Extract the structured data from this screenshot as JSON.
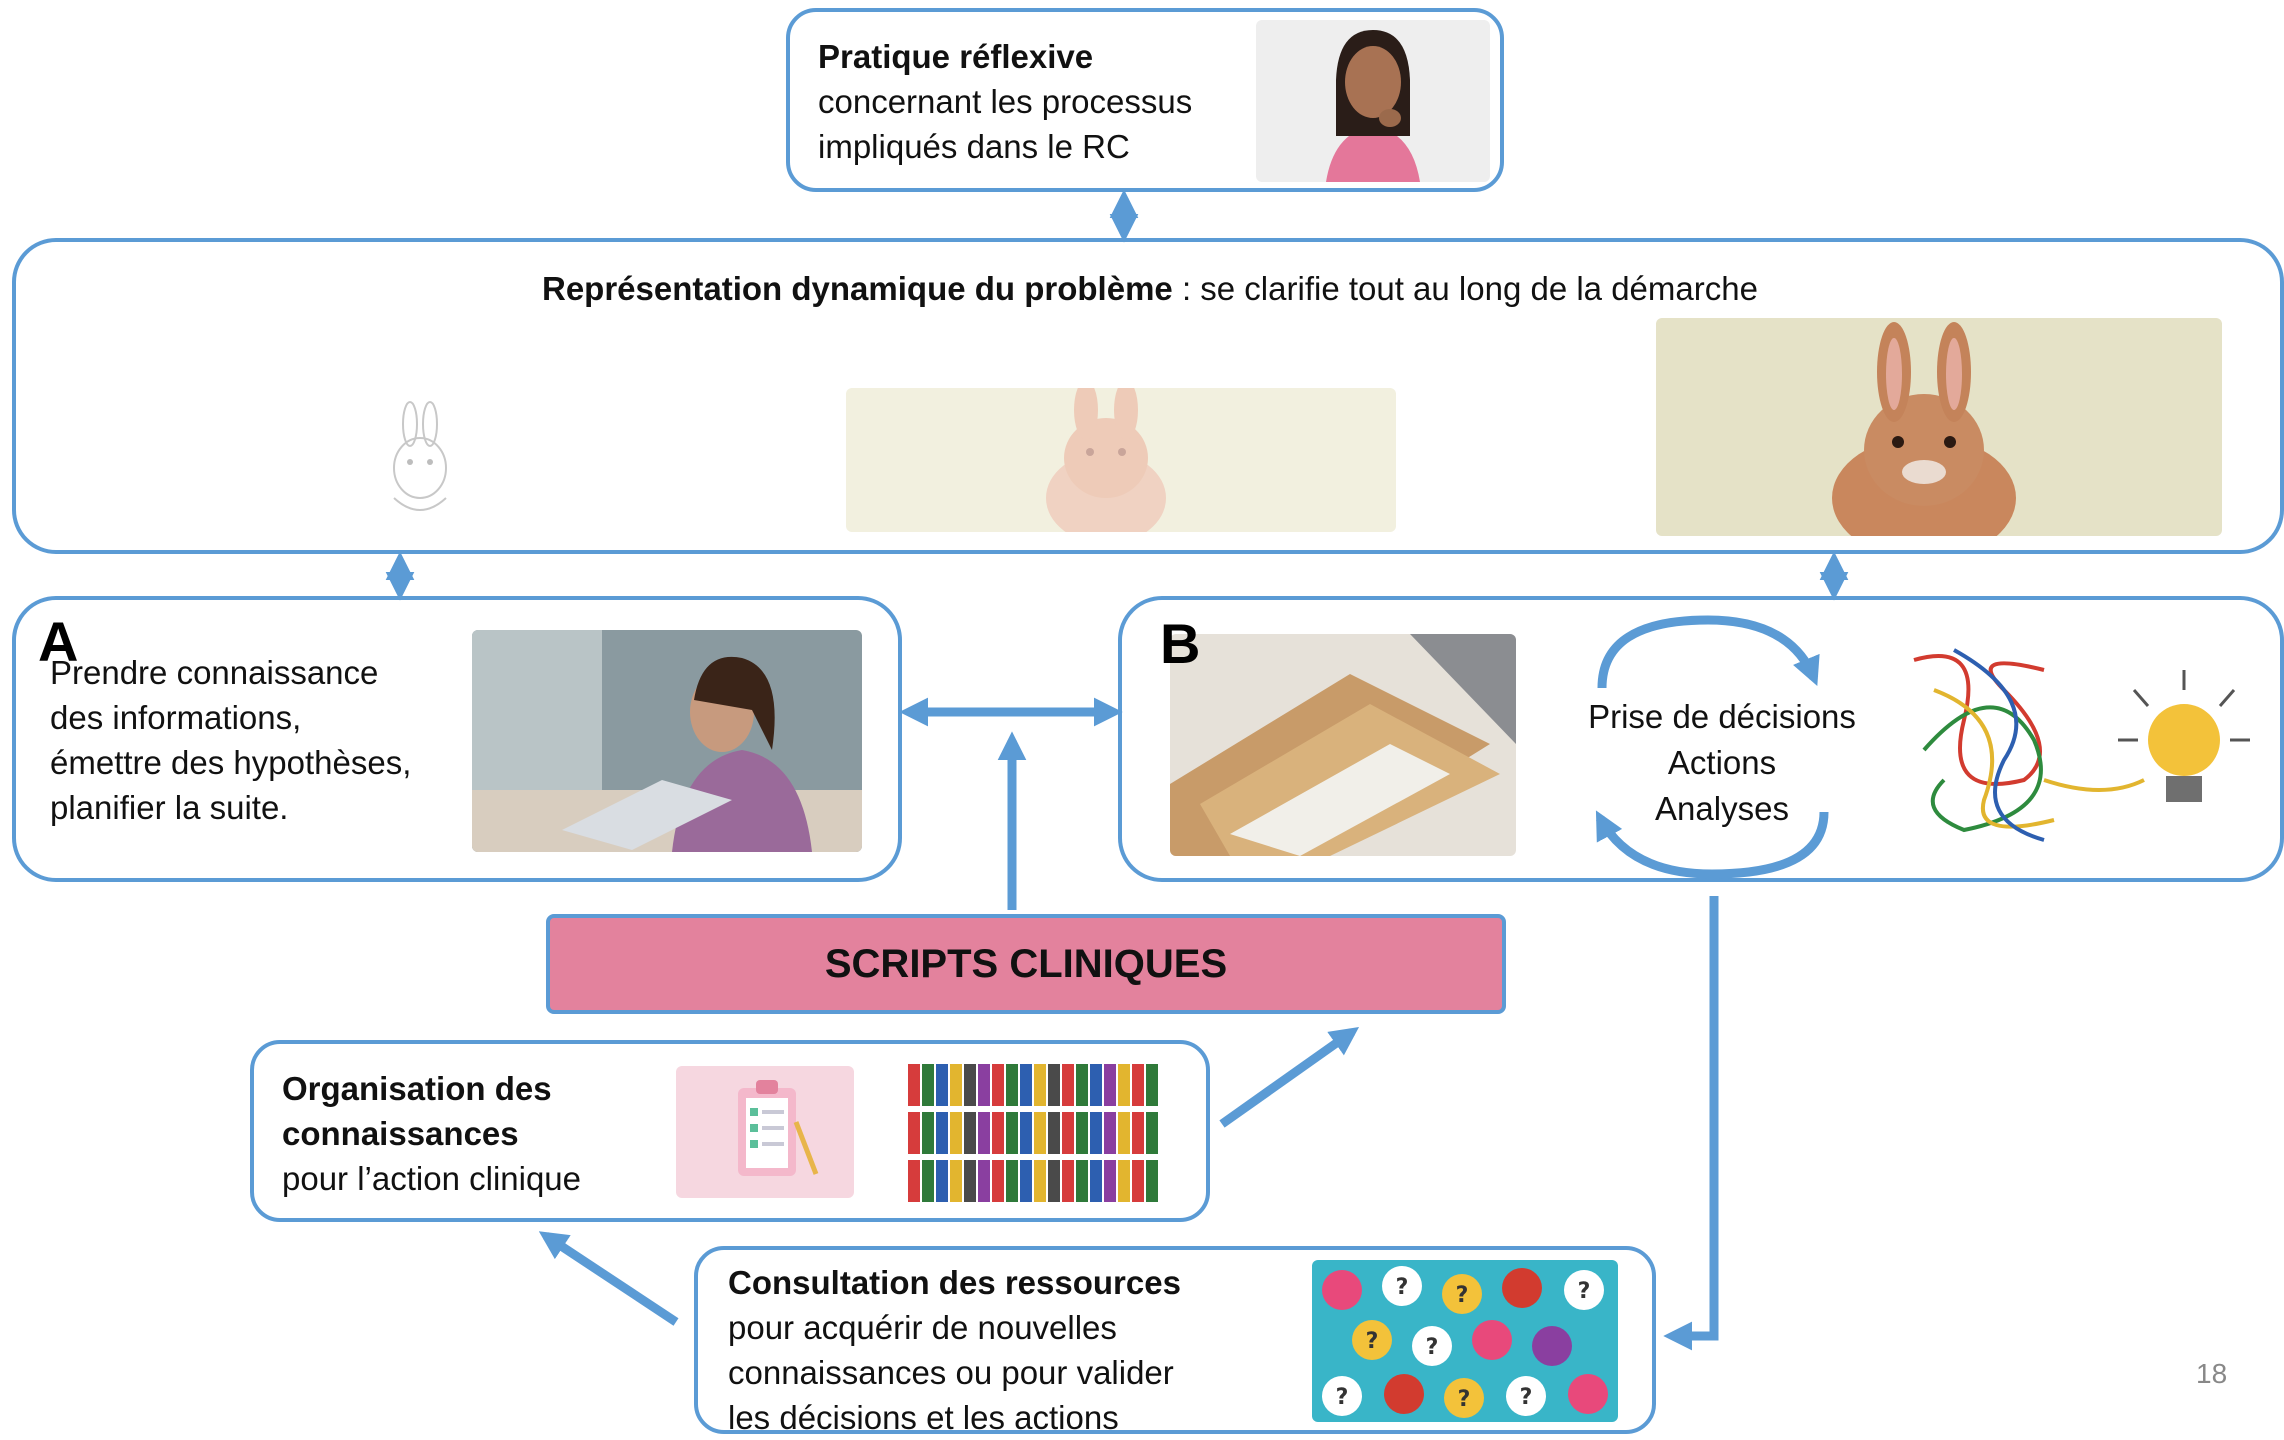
{
  "reflexive": {
    "title": "Pratique réflexive",
    "line1": "concernant les processus",
    "line2": "impliqués dans le RC"
  },
  "representation": {
    "title": "Représentation dynamique du problème",
    "rest": " : se clarifie tout au long de la démarche"
  },
  "box_a": {
    "letter": "A",
    "lines": [
      "Prendre connaissance",
      "des informations,",
      "émettre des hypothèses,",
      "planifier la suite."
    ]
  },
  "box_b": {
    "letter": "B",
    "cycle": [
      "Prise de décisions",
      "Actions",
      "Analyses"
    ]
  },
  "scripts": {
    "label": "SCRIPTS CLINIQUES"
  },
  "organisation": {
    "title1": "Organisation des",
    "title2": "connaissances",
    "rest": "pour l’action clinique"
  },
  "consultation": {
    "title": "Consultation des ressources",
    "lines": [
      "pour acquérir de nouvelles",
      "connaissances ou pour valider",
      "les décisions et les actions"
    ]
  },
  "page_number": "18",
  "colors": {
    "border": "#5b9bd5",
    "scripts_fill": "#e3829d",
    "arrow": "#5b9bd5"
  }
}
